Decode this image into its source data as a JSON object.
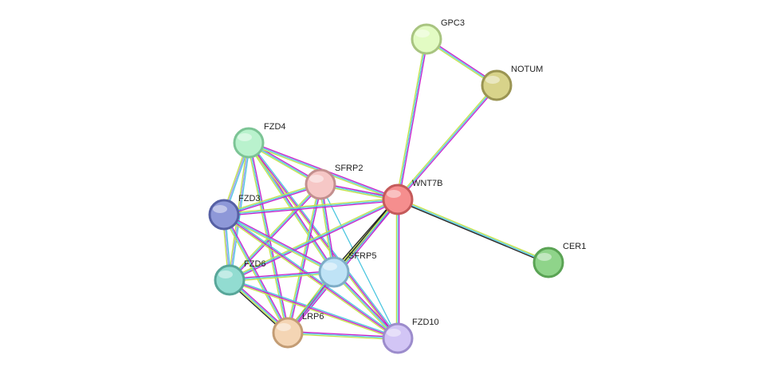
{
  "nodes": [
    {
      "id": "GPC3",
      "label": "GPC3",
      "fill": "#e2fbc3",
      "stroke": "#a8c480"
    },
    {
      "id": "NOTUM",
      "label": "NOTUM",
      "fill": "#d8d38a",
      "stroke": "#9a9452"
    },
    {
      "id": "FZD4",
      "label": "FZD4",
      "fill": "#b9f2cd",
      "stroke": "#7cc495"
    },
    {
      "id": "SFRP2",
      "label": "SFRP2",
      "fill": "#f6c7c6",
      "stroke": "#c38f8e"
    },
    {
      "id": "WNT7B",
      "label": "WNT7B",
      "fill": "#f58e8e",
      "stroke": "#c45a5a"
    },
    {
      "id": "FZD3",
      "label": "FZD3",
      "fill": "#8e98d8",
      "stroke": "#5660a4"
    },
    {
      "id": "CER1",
      "label": "CER1",
      "fill": "#8fd48a",
      "stroke": "#5aa354"
    },
    {
      "id": "SFRP5",
      "label": "SFRP5",
      "fill": "#bfe3f6",
      "stroke": "#7eadc7"
    },
    {
      "id": "FZD6",
      "label": "FZD6",
      "fill": "#92dcd1",
      "stroke": "#58a699"
    },
    {
      "id": "LRP6",
      "label": "LRP6",
      "fill": "#f4d5b4",
      "stroke": "#c39c74"
    },
    {
      "id": "FZD10",
      "label": "FZD10",
      "fill": "#d2c5f5",
      "stroke": "#9c8ccc"
    }
  ],
  "edges": [
    {
      "from": "GPC3",
      "to": "NOTUM",
      "colors": [
        "#c51ecb",
        "#4dc7e0",
        "#c5e34a"
      ]
    },
    {
      "from": "GPC3",
      "to": "WNT7B",
      "colors": [
        "#c51ecb",
        "#4dc7e0",
        "#c5e34a"
      ]
    },
    {
      "from": "NOTUM",
      "to": "WNT7B",
      "colors": [
        "#c51ecb",
        "#4dc7e0",
        "#c5e34a"
      ]
    },
    {
      "from": "WNT7B",
      "to": "CER1",
      "colors": [
        "#c5e34a",
        "#4dc7e0",
        "#222222"
      ]
    },
    {
      "from": "FZD4",
      "to": "SFRP2",
      "colors": [
        "#c51ecb",
        "#4dc7e0",
        "#c5e34a"
      ]
    },
    {
      "from": "FZD4",
      "to": "WNT7B",
      "colors": [
        "#c51ecb",
        "#4dc7e0",
        "#c5e34a"
      ]
    },
    {
      "from": "FZD4",
      "to": "FZD3",
      "colors": [
        "#4dc7e0",
        "#9999ee",
        "#c5e34a"
      ]
    },
    {
      "from": "FZD4",
      "to": "FZD6",
      "colors": [
        "#4dc7e0",
        "#9999ee",
        "#c5e34a"
      ]
    },
    {
      "from": "FZD4",
      "to": "SFRP5",
      "colors": [
        "#c51ecb",
        "#4dc7e0",
        "#c5e34a"
      ]
    },
    {
      "from": "FZD4",
      "to": "LRP6",
      "colors": [
        "#c51ecb",
        "#4dc7e0",
        "#c5e34a"
      ]
    },
    {
      "from": "FZD4",
      "to": "FZD10",
      "colors": [
        "#4dc7e0",
        "#c51ecb",
        "#c5e34a"
      ]
    },
    {
      "from": "SFRP2",
      "to": "WNT7B",
      "colors": [
        "#c51ecb",
        "#4dc7e0",
        "#c5e34a"
      ]
    },
    {
      "from": "SFRP2",
      "to": "FZD3",
      "colors": [
        "#c51ecb",
        "#4dc7e0",
        "#c5e34a"
      ]
    },
    {
      "from": "SFRP2",
      "to": "FZD6",
      "colors": [
        "#c51ecb",
        "#4dc7e0",
        "#c5e34a"
      ]
    },
    {
      "from": "SFRP2",
      "to": "SFRP5",
      "colors": [
        "#c51ecb",
        "#4dc7e0",
        "#c5e34a"
      ]
    },
    {
      "from": "SFRP2",
      "to": "LRP6",
      "colors": [
        "#c51ecb",
        "#4dc7e0",
        "#c5e34a"
      ]
    },
    {
      "from": "SFRP2",
      "to": "FZD10",
      "colors": [
        "#4dc7e0"
      ]
    },
    {
      "from": "WNT7B",
      "to": "FZD3",
      "colors": [
        "#c51ecb",
        "#4dc7e0",
        "#c5e34a"
      ]
    },
    {
      "from": "WNT7B",
      "to": "FZD6",
      "colors": [
        "#c51ecb",
        "#4dc7e0",
        "#c5e34a"
      ]
    },
    {
      "from": "WNT7B",
      "to": "SFRP5",
      "colors": [
        "#c51ecb",
        "#4dc7e0",
        "#c5e34a",
        "#222222"
      ]
    },
    {
      "from": "WNT7B",
      "to": "LRP6",
      "colors": [
        "#c51ecb",
        "#4dc7e0",
        "#c5e34a",
        "#222222"
      ]
    },
    {
      "from": "WNT7B",
      "to": "FZD10",
      "colors": [
        "#c51ecb",
        "#4dc7e0",
        "#c5e34a"
      ]
    },
    {
      "from": "FZD3",
      "to": "FZD6",
      "colors": [
        "#4dc7e0",
        "#9999ee",
        "#c5e34a"
      ]
    },
    {
      "from": "FZD3",
      "to": "SFRP5",
      "colors": [
        "#c51ecb",
        "#4dc7e0",
        "#c5e34a"
      ]
    },
    {
      "from": "FZD3",
      "to": "LRP6",
      "colors": [
        "#c51ecb",
        "#4dc7e0",
        "#c5e34a"
      ]
    },
    {
      "from": "FZD3",
      "to": "FZD10",
      "colors": [
        "#4dc7e0",
        "#c51ecb",
        "#c5e34a"
      ]
    },
    {
      "from": "FZD6",
      "to": "SFRP5",
      "colors": [
        "#c51ecb",
        "#4dc7e0",
        "#c5e34a"
      ]
    },
    {
      "from": "FZD6",
      "to": "LRP6",
      "colors": [
        "#c51ecb",
        "#4dc7e0",
        "#c5e34a",
        "#222222"
      ]
    },
    {
      "from": "FZD6",
      "to": "FZD10",
      "colors": [
        "#4dc7e0",
        "#c51ecb",
        "#c5e34a"
      ]
    },
    {
      "from": "SFRP5",
      "to": "LRP6",
      "colors": [
        "#c51ecb",
        "#4dc7e0",
        "#c5e34a"
      ]
    },
    {
      "from": "SFRP5",
      "to": "FZD10",
      "colors": [
        "#c51ecb",
        "#4dc7e0",
        "#c5e34a"
      ]
    },
    {
      "from": "LRP6",
      "to": "FZD10",
      "colors": [
        "#c51ecb",
        "#4dc7e0",
        "#c5e34a"
      ]
    }
  ]
}
